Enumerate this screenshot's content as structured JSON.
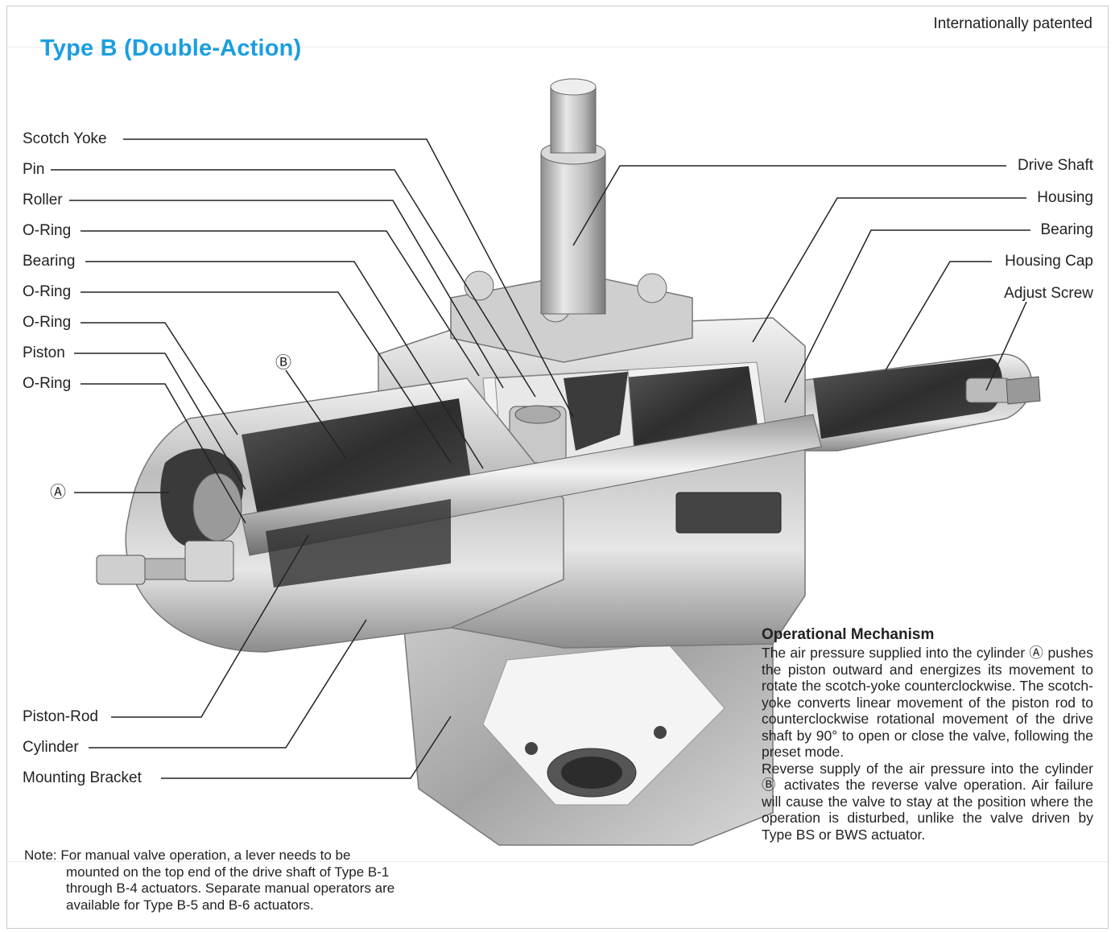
{
  "header": {
    "patent_note": "Internationally patented",
    "title": "Type B (Double-Action)"
  },
  "labels_left": [
    "Scotch Yoke",
    "Pin",
    "Roller",
    "O-Ring",
    "Bearing",
    "O-Ring",
    "O-Ring",
    "Piston",
    "O-Ring"
  ],
  "labels_right": [
    "Drive Shaft",
    "Housing",
    "Bearing",
    "Housing Cap",
    "Adjust Screw"
  ],
  "labels_bottom_left": [
    "Piston-Rod",
    "Cylinder",
    "Mounting Bracket"
  ],
  "chamber_markers": {
    "a": "Ⓐ",
    "b": "Ⓑ"
  },
  "mechanism": {
    "heading": "Operational Mechanism",
    "paragraph1": "The air pressure supplied into the cylinder Ⓐ pushes the piston outward and energizes its movement to rotate the scotch-yoke counterclockwise. The scotch-yoke converts linear movement of the piston rod to counterclockwise rotational movement of the drive shaft by 90° to open or close the valve, following the preset mode.",
    "paragraph2": "Reverse supply of the air pressure into the cylinder Ⓑ activates the reverse valve operation. Air failure will cause the valve to stay at the position where the operation is disturbed, unlike the valve driven by Type BS or BWS actuator."
  },
  "note": {
    "line1": "Note: For manual valve operation, a lever needs to be",
    "line2": "mounted on the top end of the drive shaft of Type B-1",
    "line3": "through B-4 actuators. Separate manual operators are",
    "line4": "available for Type B-5 and B-6 actuators."
  },
  "colors": {
    "title": "#1a9ee0",
    "text": "#222222",
    "metal_dark": "#3a3a3a",
    "metal_light": "#d4d4d4"
  }
}
